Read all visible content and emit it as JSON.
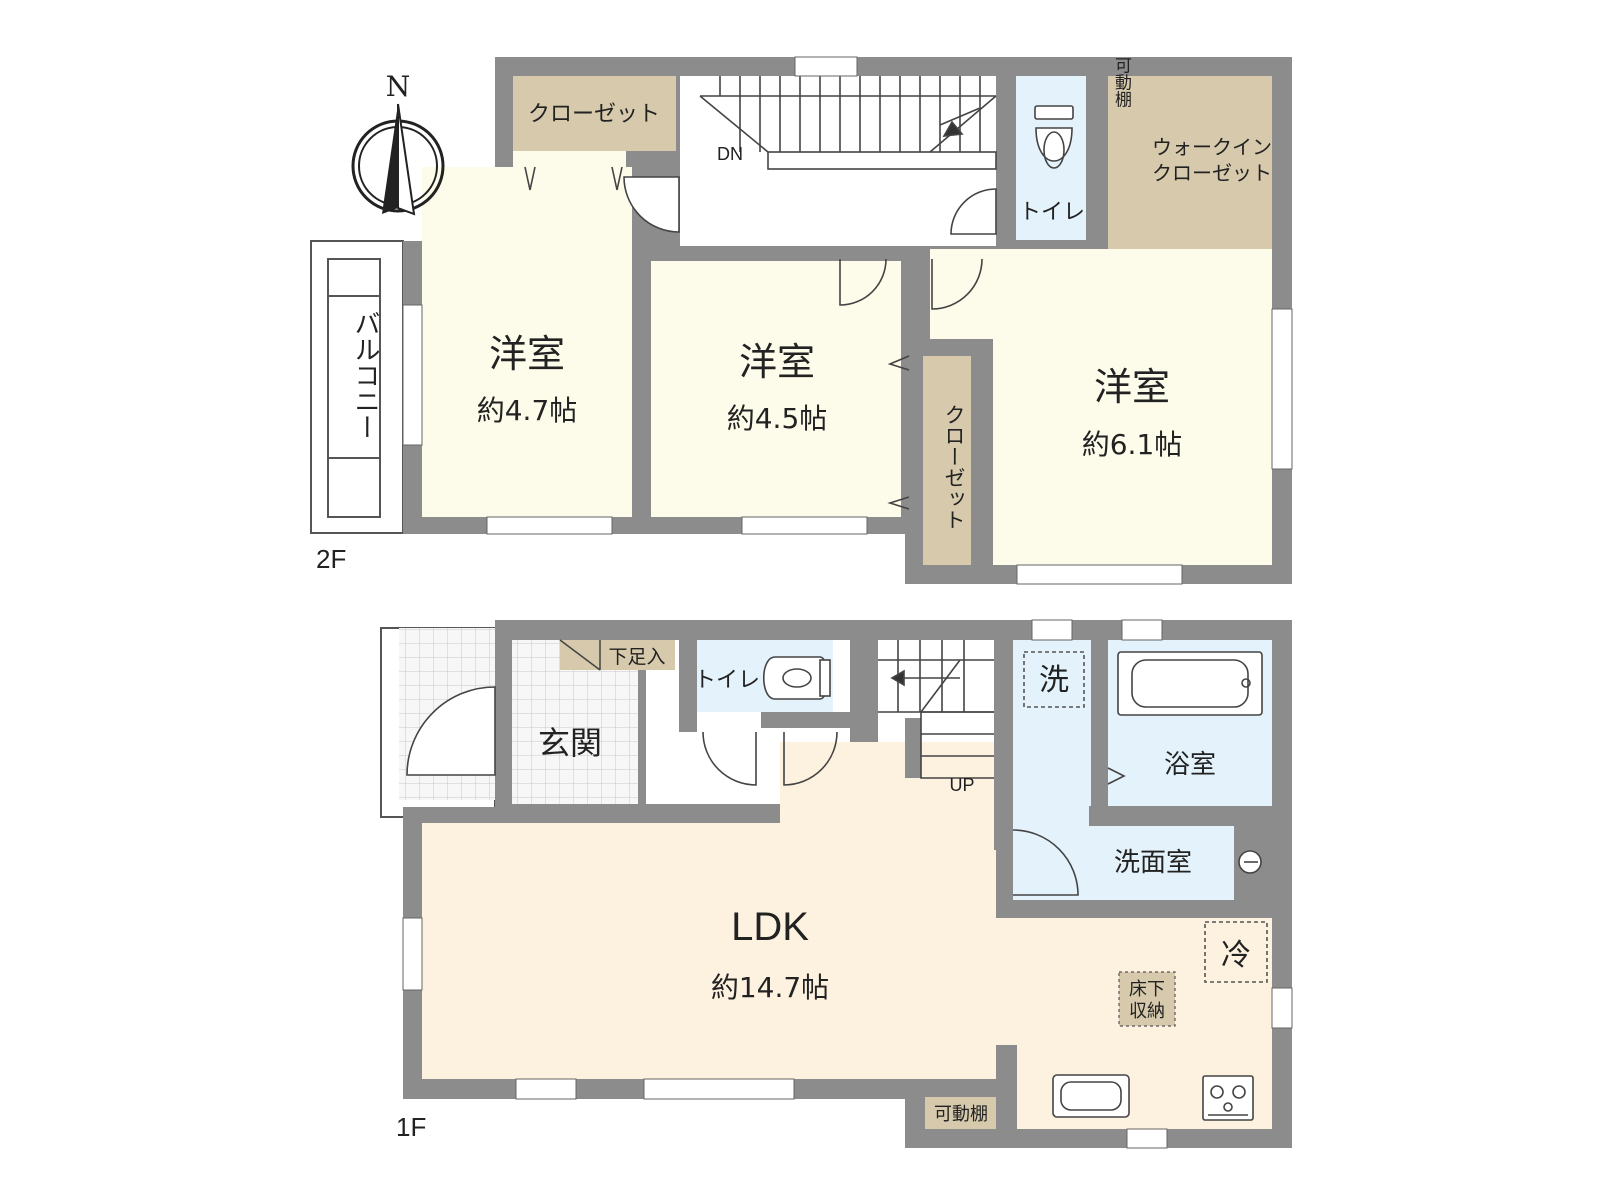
{
  "compass": {
    "north": "N"
  },
  "floors": {
    "upper": "2F",
    "lower": "1F"
  },
  "second_floor": {
    "balcony": "バルコニー",
    "closet": "クローゼット",
    "closet_vertical": "クローゼット",
    "stairs_down": "DN",
    "toilet": "トイレ",
    "adjustable_shelf": "可動棚",
    "walk_in_closet_line1": "ウォークイン",
    "walk_in_closet_line2": "クローゼット",
    "room1": {
      "name": "洋室",
      "size": "約4.7帖"
    },
    "room2": {
      "name": "洋室",
      "size": "約4.5帖"
    },
    "room3": {
      "name": "洋室",
      "size": "約6.1帖"
    }
  },
  "first_floor": {
    "shoe_storage": "下足入",
    "entrance": "玄関",
    "toilet": "トイレ",
    "stairs_up": "UP",
    "washer": "洗",
    "bathroom": "浴室",
    "washroom": "洗面室",
    "ldk": {
      "name": "LDK",
      "size": "約14.7帖"
    },
    "fridge": "冷",
    "underfloor_storage_line1": "床下",
    "underfloor_storage_line2": "収納",
    "adjustable_shelf": "可動棚"
  },
  "colors": {
    "wall": "#8c8c8c",
    "western_room": "#fdfbe9",
    "ldk": "#fdf1e0",
    "wet_area": "#e3f2fb",
    "closet": "#d6c9ac",
    "balcony": "#ffffff",
    "entrance_tile": "#f4f4f4"
  }
}
